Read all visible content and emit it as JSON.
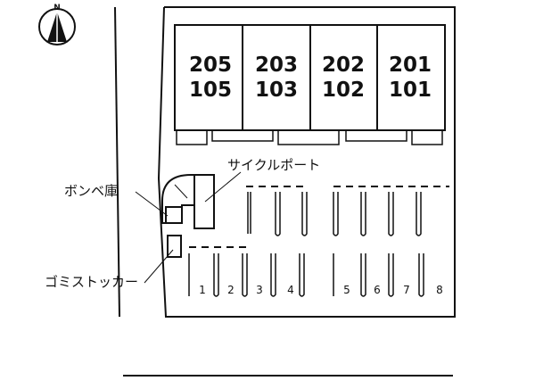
{
  "compass": {
    "label": "N"
  },
  "units": [
    {
      "upper": "205",
      "lower": "105"
    },
    {
      "upper": "203",
      "lower": "103"
    },
    {
      "upper": "202",
      "lower": "102"
    },
    {
      "upper": "201",
      "lower": "101"
    }
  ],
  "labels": {
    "cycle_port": "サイクルポート",
    "gas_cylinder_storage": "ボンベ庫",
    "garbage_stocker": "ゴミストッカー"
  },
  "parking_spaces": [
    "1",
    "2",
    "3",
    "4",
    "5",
    "6",
    "7",
    "8"
  ]
}
